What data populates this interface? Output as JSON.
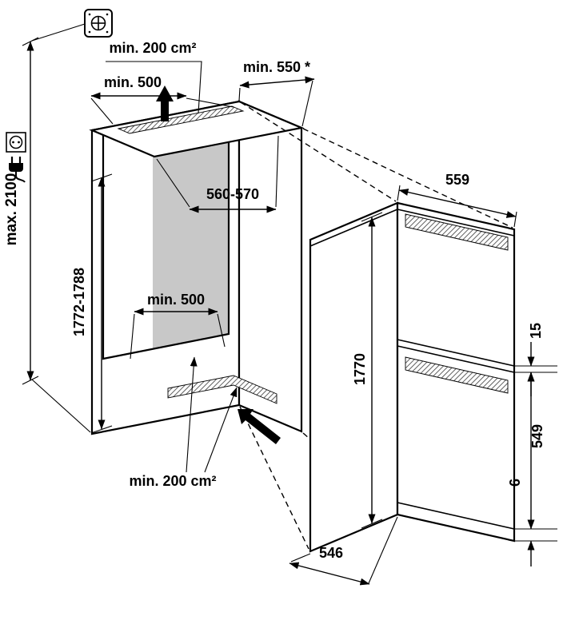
{
  "diagram": {
    "type": "installation-dimension-drawing",
    "labels": {
      "vent_top": "min. 200 cm²",
      "niche_clear_width_top": "min. 500",
      "niche_depth": "min. 550 *",
      "niche_width": "560-570",
      "niche_height": "1772-1788",
      "niche_floor_width": "min. 500",
      "room_height": "max. 2100",
      "appliance_width": "559",
      "appliance_height": "1770",
      "door_gap": "15",
      "lower_door_height": "549",
      "bottom_gap": "6",
      "appliance_depth": "546",
      "vent_bottom": "min. 200 cm²"
    },
    "icons": {
      "fixing": "screw-head-icon",
      "socket": "power-socket-icon",
      "plug": "power-plug-icon"
    },
    "colors": {
      "line": "#000000",
      "interior_wall": "#c8c8c8",
      "interior_floor": "#e4e4e4",
      "background": "#ffffff"
    }
  }
}
